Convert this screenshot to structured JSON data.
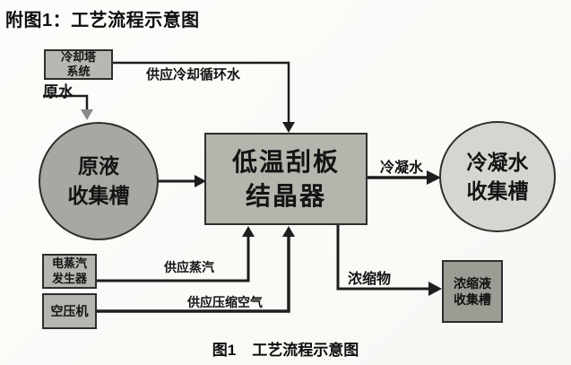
{
  "page": {
    "title": "附图1：工艺流程示意图",
    "caption_prefix": "图1",
    "caption_text": "工艺流程示意图"
  },
  "nodes": {
    "cooling_tower": "冷却塔\n系统",
    "feed_tank": "原液\n收集槽",
    "crystallizer": "低温刮板\n结晶器",
    "condensate_tank": "冷凝水\n收集槽",
    "steam_generator": "电蒸汽\n发生器",
    "compressor": "空压机",
    "concentrate_tank": "浓缩液\n收集槽"
  },
  "flows": {
    "raw_water": "原水",
    "cooling_water": "供应冷却循环水",
    "condensate": "冷凝水",
    "steam": "供应蒸汽",
    "compressed_air": "供应压缩空气",
    "concentrate": "浓缩物"
  },
  "colors": {
    "background": "#fafaf8",
    "node_fill_medium": "#b4b6ae",
    "node_fill_feed": "#a6a9a1",
    "node_fill_light": "#d5d6d0",
    "node_fill_dark": "#9b9d95",
    "line": "#1e1e1e",
    "raw_water_arrow": "#8a8a8a",
    "text": "#141414"
  }
}
